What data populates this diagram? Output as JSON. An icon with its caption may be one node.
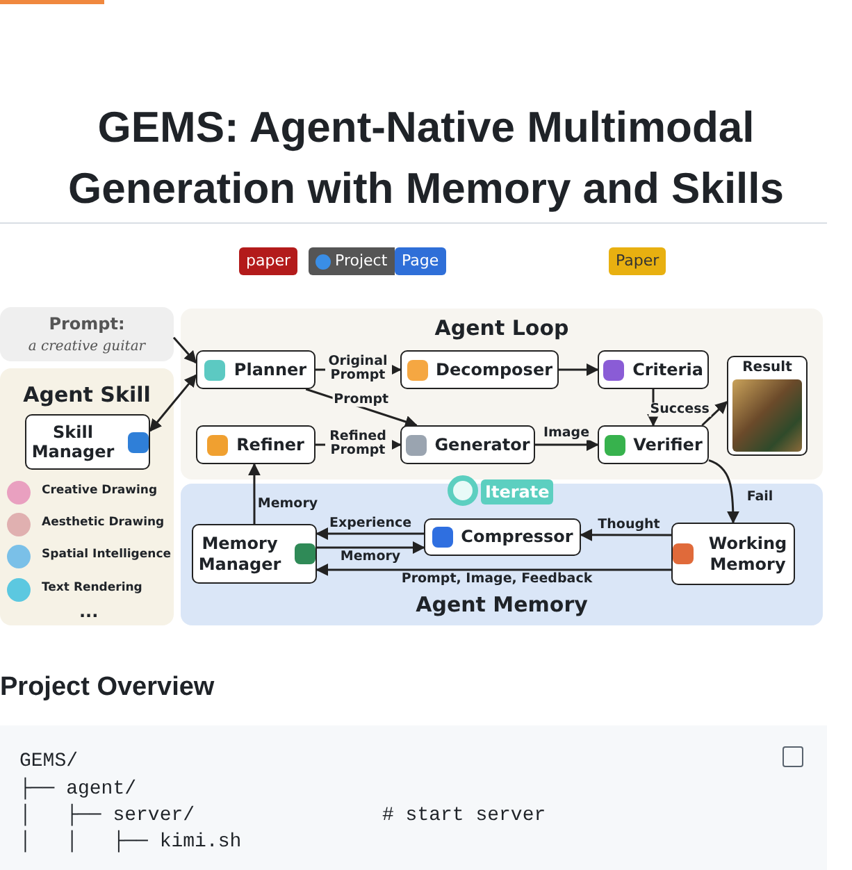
{
  "diagram": {
    "title": "GEMS: Agent-Native Multimodal Generation with Memory and Skills",
    "nodes": [
      {
        "text": [
          "Prompt:",
          "a creative guitar"
        ]
      },
      {
        "text": [
          "Agent Skill"
        ]
      },
      {
        "text": [
          "Skill Manager"
        ],
        "in": 1
      },
      {
        "text": [
          "Agent Loop"
        ]
      },
      {
        "text": [
          "Planner"
        ],
        "in": 3
      },
      {
        "text": [
          "Decomposer"
        ],
        "in": 3
      },
      {
        "text": [
          "Criteria"
        ],
        "in": 3
      },
      {
        "text": [
          "Refiner"
        ],
        "in": 3
      },
      {
        "text": [
          "Generator"
        ],
        "in": 3
      },
      {
        "text": [
          "Verifier"
        ],
        "in": 3
      },
      {
        "text": [
          "Result"
        ],
        "in": 3
      },
      {
        "text": [
          "Agent Memory"
        ]
      },
      {
        "text": [
          "Memory Manager"
        ],
        "in": 11
      },
      {
        "text": [
          "Compressor"
        ],
        "in": 11
      },
      {
        "text": [
          "Working Memory"
        ],
        "in": 11
      }
    ],
    "edges": [
      {
        "from": 0,
        "to": 4,
        "arrow": "to"
      },
      {
        "from": 2,
        "to": 4,
        "arrow": "both"
      },
      {
        "from": 4,
        "to": 5,
        "arrow": "to",
        "label": "Original Prompt"
      },
      {
        "from": 4,
        "to": 8,
        "arrow": "to",
        "label": "Prompt"
      },
      {
        "from": 5,
        "to": 6,
        "arrow": "to"
      },
      {
        "from": 6,
        "to": 9,
        "arrow": "to"
      },
      {
        "from": 7,
        "to": 8,
        "arrow": "to",
        "label": "Refined Prompt"
      },
      {
        "from": 8,
        "to": 9,
        "arrow": "to",
        "label": "Image"
      },
      {
        "from": 9,
        "to": 10,
        "arrow": "to",
        "label": "Success"
      },
      {
        "from": 9,
        "to": 14,
        "arrow": "to",
        "label": "Fail"
      },
      {
        "from": 14,
        "to": 13,
        "arrow": "to",
        "label": "Thought"
      },
      {
        "from": 13,
        "to": 12,
        "arrow": "to",
        "label": "Experience"
      },
      {
        "from": 12,
        "to": 13,
        "arrow": "to",
        "label": "Memory"
      },
      {
        "from": 14,
        "to": 12,
        "arrow": "to",
        "label": "Prompt, Image, Feedback"
      },
      {
        "from": 12,
        "to": 7,
        "arrow": "to",
        "label": "Memory"
      }
    ],
    "labels": [
      "paper",
      "Project",
      "Page",
      "Paper",
      "Creative Drawing",
      "Aesthetic Drawing",
      "Spatial Intelligence",
      "Text Rendering",
      "...",
      "Iterate",
      "Project Overview",
      "GEMS/",
      "├── agent/",
      "│   ├── server/",
      "# start server",
      "│   │   ├── kimi.sh"
    ]
  }
}
